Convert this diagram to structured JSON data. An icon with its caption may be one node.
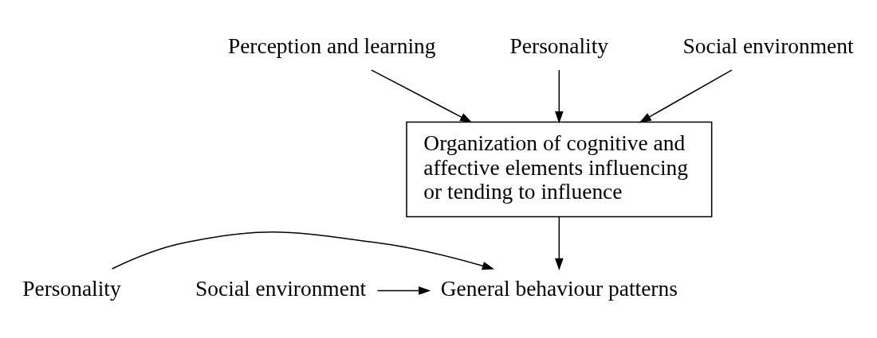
{
  "diagram": {
    "nodes": [
      {
        "text": [
          "Perception and learning"
        ]
      },
      {
        "text": [
          "Personality"
        ]
      },
      {
        "text": [
          "Social environment"
        ]
      },
      {
        "text": [
          "Organization of cognitive and affective elements influencing or tending to influence"
        ]
      },
      {
        "text": [
          "Personality"
        ]
      },
      {
        "text": [
          "General behaviour patterns"
        ]
      },
      {
        "text": [
          "Social environment"
        ]
      }
    ],
    "edges": [
      {
        "from": 0,
        "to": 3,
        "arrow": "to"
      },
      {
        "from": 1,
        "to": 3,
        "arrow": "to"
      },
      {
        "from": 2,
        "to": 3,
        "arrow": "to"
      },
      {
        "from": 3,
        "to": 5,
        "arrow": "to"
      },
      {
        "from": 4,
        "to": 5,
        "arrow": "to"
      },
      {
        "from": 6,
        "to": 5,
        "arrow": "to"
      }
    ]
  }
}
